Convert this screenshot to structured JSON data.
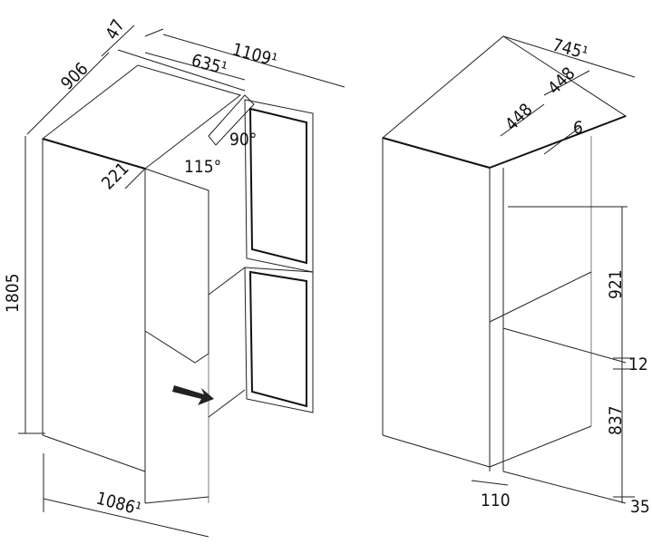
{
  "left_view": {
    "depth": "906",
    "door_gap": "47",
    "width_door_90": "1109¹",
    "width_door_open": "635¹",
    "angle_90": "90°",
    "angle_115": "115°",
    "door_offset": "221",
    "height": "1805",
    "width_door_115": "1086¹"
  },
  "right_view": {
    "depth_total": "745¹",
    "door_depth_a": "448",
    "door_depth_b": "448",
    "gap": "6",
    "upper_height": "921",
    "middle_gap": "12",
    "lower_height": "837",
    "plinth": "35",
    "side_offset": "110"
  },
  "colors": {
    "line": "#222222",
    "background": "#ffffff"
  }
}
